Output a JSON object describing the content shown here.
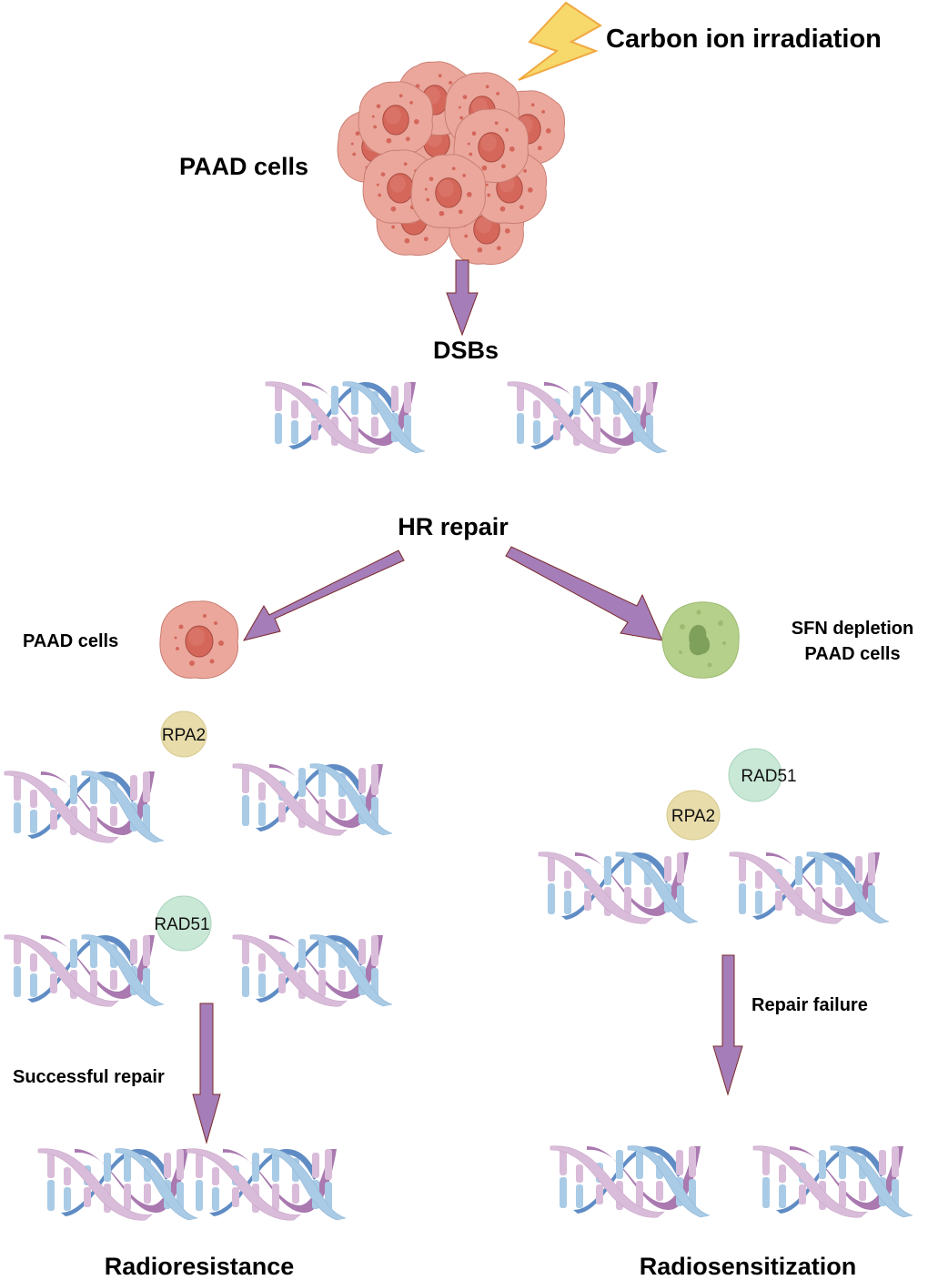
{
  "title_labels": {
    "irradiation": "Carbon ion irradiation",
    "paad_cluster": "PAAD cells",
    "dsbs": "DSBs",
    "hr_repair": "HR repair"
  },
  "left_branch": {
    "cell_label": "PAAD cells",
    "proteins": [
      "RPA2",
      "RAD51"
    ],
    "arrow_label": "Successful repair",
    "outcome": "Radioresistance"
  },
  "right_branch": {
    "cell_label_line1": "SFN depletion",
    "cell_label_line2": "PAAD cells",
    "proteins": [
      "RAD51",
      "RPA2"
    ],
    "arrow_label": "Repair failure",
    "outcome": "Radiosensitization"
  },
  "colors": {
    "arrow_fill": "#a57db8",
    "arrow_stroke": "#7a2a2a",
    "cell_pink": "#eba79c",
    "cell_nucleus": "#d4675a",
    "cell_green": "#b5d08a",
    "lightning": "#f7d86a",
    "rpa2": "#e8dcaa",
    "rad51": "#c9e8d6",
    "dna_pink": "#d9bcd9",
    "dna_blue": "#a9cbe6",
    "dna_purple": "#a979b0",
    "dna_dblue": "#5f8cc4"
  }
}
